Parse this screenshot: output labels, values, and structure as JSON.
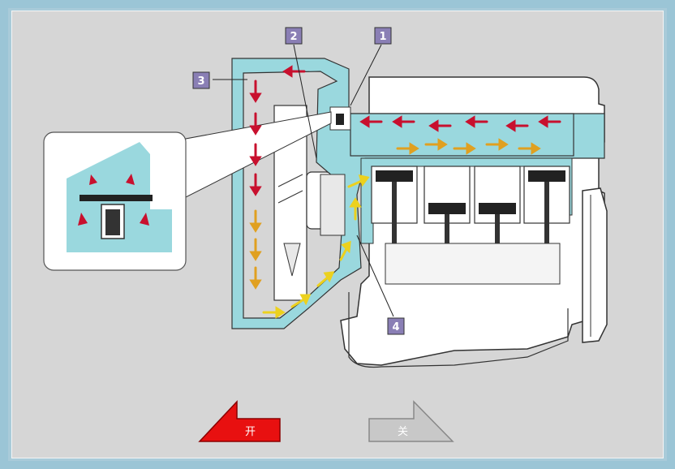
{
  "callouts": [
    {
      "label": "1"
    },
    {
      "label": "2"
    },
    {
      "label": "3"
    },
    {
      "label": "4"
    }
  ],
  "buttons": {
    "open_label": "开",
    "close_label": "关"
  },
  "colors": {
    "coolant": "#9ad8de",
    "hot_arrow": "#c8102e",
    "warm_arrow": "#e0a020",
    "cool_arrow": "#ecd11e",
    "callout_bg": "#8a7fb5",
    "open_button": "#e81010",
    "close_button": "#c8c8c8"
  }
}
